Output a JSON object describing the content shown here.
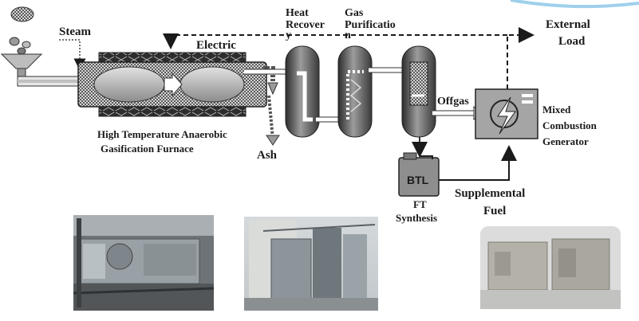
{
  "labels": {
    "steam": "Steam",
    "electric": "Electric",
    "heat_recovery_line1": "Heat",
    "heat_recovery_line2": "Recover",
    "heat_recovery_line3": "y",
    "gas_purification_line1": "Gas",
    "gas_purification_line2": "Purificatio",
    "gas_purification_line3": "n",
    "external_load_line1": "External",
    "external_load_line2": "Load",
    "offgas": "Offgas",
    "mixed_line1": "Mixed",
    "mixed_line2": "Combustion",
    "mixed_line3": "Generator",
    "furnace_line1": "High Temperature Anaerobic",
    "furnace_line2": "Gasification Furnace",
    "ash": "Ash",
    "btl": "BTL",
    "ft_line1": "FT",
    "ft_line2": "Synthesis",
    "supplemental_line1": "Supplemental",
    "supplemental_line2": "Fuel"
  },
  "icons": {
    "generator_symbol": "lightning-bolt-icon",
    "btl_container": "jerrycan-icon",
    "feed_hopper": "hopper-icon"
  },
  "colors": {
    "equipment_fill": "#9a9a9a",
    "equipment_dark": "#3f3f3f",
    "line": "#1a1a1a",
    "accent_arc": "#9fd0ec"
  }
}
